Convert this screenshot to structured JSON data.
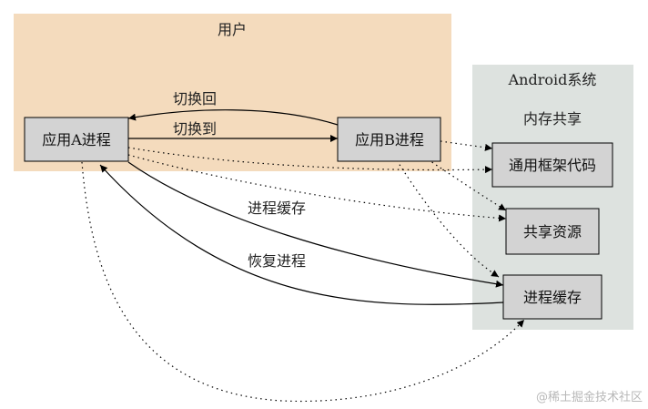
{
  "clusters": {
    "user": {
      "label": "用户",
      "fill": "#f4dbbd"
    },
    "android": {
      "label": "Android系统",
      "sublabel": "内存共享",
      "fill": "#dde2df"
    }
  },
  "nodes": {
    "app_a": "应用A进程",
    "app_b": "应用B进程",
    "framework": "通用框架代码",
    "shared": "共享资源",
    "cache": "进程缓存"
  },
  "edges": {
    "switch_back": "切换回",
    "switch_to": "切换到",
    "cache_label": "进程缓存",
    "restore_label": "恢复进程"
  },
  "colors": {
    "node_fill": "#d3d3d3",
    "stroke": "#000000"
  },
  "watermark": "@稀土掘金技术社区"
}
